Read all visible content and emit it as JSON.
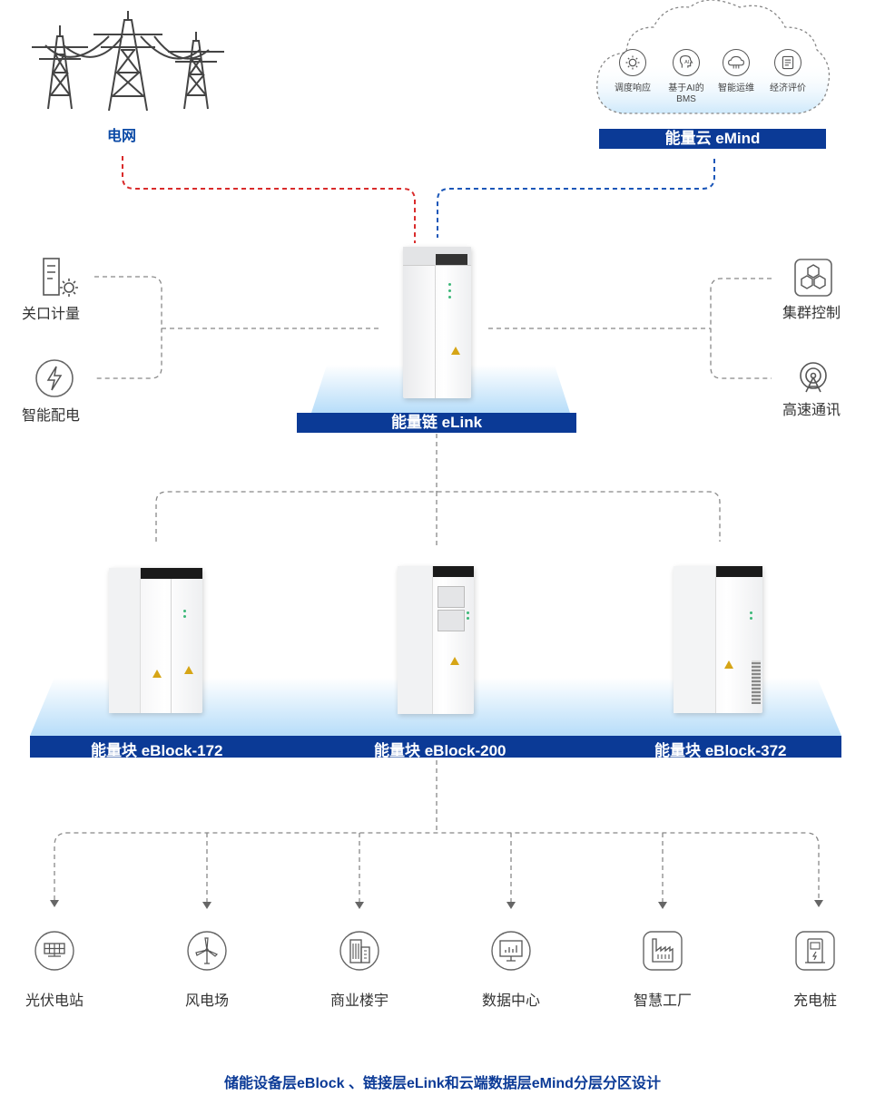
{
  "grid": {
    "label": "电网"
  },
  "cloud": {
    "bar_label": "能量云 eMind",
    "items": [
      {
        "icon": "gear-icon",
        "label": "调度响应"
      },
      {
        "icon": "ai-icon",
        "label": "基于AI的\nBMS"
      },
      {
        "icon": "cloud-icon",
        "label": "智能运维"
      },
      {
        "icon": "document-icon",
        "label": "经济评价"
      }
    ]
  },
  "elink": {
    "bar_label": "能量链 eLink"
  },
  "left_features": [
    {
      "icon": "meter-gear-icon",
      "label": "关口计量"
    },
    {
      "icon": "lightning-icon",
      "label": "智能配电"
    }
  ],
  "right_features": [
    {
      "icon": "hexagon-cluster-icon",
      "label": "集群控制"
    },
    {
      "icon": "signal-tower-icon",
      "label": "高速通讯"
    }
  ],
  "eblocks": [
    {
      "label": "能量块 eBlock-172"
    },
    {
      "label": "能量块 eBlock-200"
    },
    {
      "label": "能量块 eBlock-372"
    }
  ],
  "applications": [
    {
      "icon": "solar-panel-icon",
      "label": "光伏电站"
    },
    {
      "icon": "wind-turbine-icon",
      "label": "风电场"
    },
    {
      "icon": "building-icon",
      "label": "商业楼宇"
    },
    {
      "icon": "monitor-icon",
      "label": "数据中心"
    },
    {
      "icon": "factory-icon",
      "label": "智慧工厂"
    },
    {
      "icon": "charging-pile-icon",
      "label": "充电桩"
    }
  ],
  "caption": "储能设备层eBlock 、链接层eLink和云端数据层eMind分层分区设计",
  "colors": {
    "bar": "#0b3a96",
    "grid_line": "#d92b2b",
    "cloud_line": "#1a56b8",
    "dash": "#888888"
  }
}
